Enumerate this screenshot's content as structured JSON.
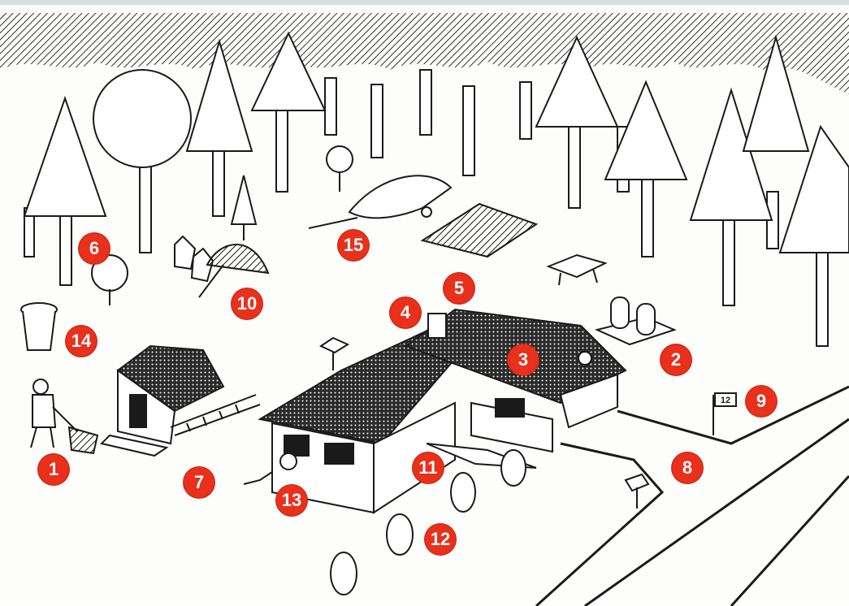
{
  "scene": {
    "house_number": "12",
    "markers": [
      {
        "id": "m1",
        "label": "1"
      },
      {
        "id": "m2",
        "label": "2"
      },
      {
        "id": "m3",
        "label": "3"
      },
      {
        "id": "m4",
        "label": "4"
      },
      {
        "id": "m5",
        "label": "5"
      },
      {
        "id": "m6",
        "label": "6"
      },
      {
        "id": "m7",
        "label": "7"
      },
      {
        "id": "m8",
        "label": "8"
      },
      {
        "id": "m9",
        "label": "9"
      },
      {
        "id": "m10",
        "label": "10"
      },
      {
        "id": "m11",
        "label": "11"
      },
      {
        "id": "m12",
        "label": "12"
      },
      {
        "id": "m13",
        "label": "13"
      },
      {
        "id": "m14",
        "label": "14"
      },
      {
        "id": "m15",
        "label": "15"
      }
    ],
    "colors": {
      "marker": "#e8301c",
      "ink": "#1a1a1a",
      "paper": "#fdfdfb"
    }
  }
}
